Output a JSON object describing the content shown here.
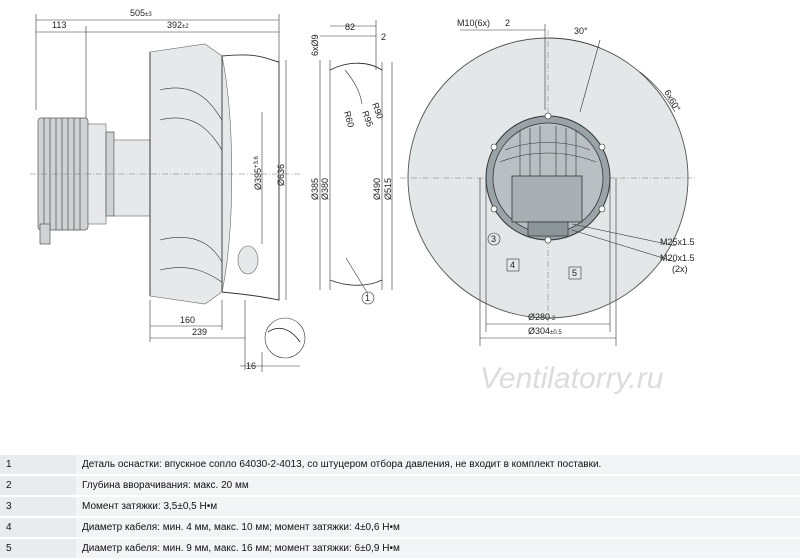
{
  "watermark": "Ventilatorry.ru",
  "dims": {
    "d505": "505",
    "d505_tol": "±3",
    "d392": "392",
    "d392_tol": "±2",
    "d113": "113",
    "d82": "82",
    "d2a": "2",
    "d6x9": "6xØ9",
    "r95": "R95",
    "r90": "R90",
    "r60": "R60",
    "d395": "Ø395",
    "d395_tol": "+3.6",
    "d636": "Ø636",
    "d385": "Ø385",
    "d380": "Ø380",
    "d490": "Ø490",
    "d515": "Ø515",
    "d160": "160",
    "d239": "239",
    "d16": "16",
    "m10": "M10(6x)",
    "d2b": "2",
    "a30": "30°",
    "a6x60": "6x60°",
    "m25": "M25x1.5",
    "m20": "M20x1.5",
    "m20n": "(2x)",
    "d280": "Ø280",
    "d280_tol": "-2",
    "d304": "Ø304",
    "d304_tol": "±0.5"
  },
  "callouts": [
    "1",
    "3",
    "4",
    "5"
  ],
  "notes": [
    {
      "num": "1",
      "text": "Деталь оснастки: впускное сопло 64030-2-4013, со штуцером отбора давления, не входит в комплект поставки."
    },
    {
      "num": "2",
      "text": "Глубина вворачивания: макс. 20 мм"
    },
    {
      "num": "3",
      "text": "Момент затяжки: 3,5±0,5 Н•м"
    },
    {
      "num": "4",
      "text": "Диаметр кабеля: мин. 4 мм, макс. 10 мм; момент затяжки: 4±0,6 Н•м"
    },
    {
      "num": "5",
      "text": "Диаметр кабеля: мин. 9 мм, макс. 16 мм; момент затяжки: 6±0,9 Н•м"
    }
  ]
}
